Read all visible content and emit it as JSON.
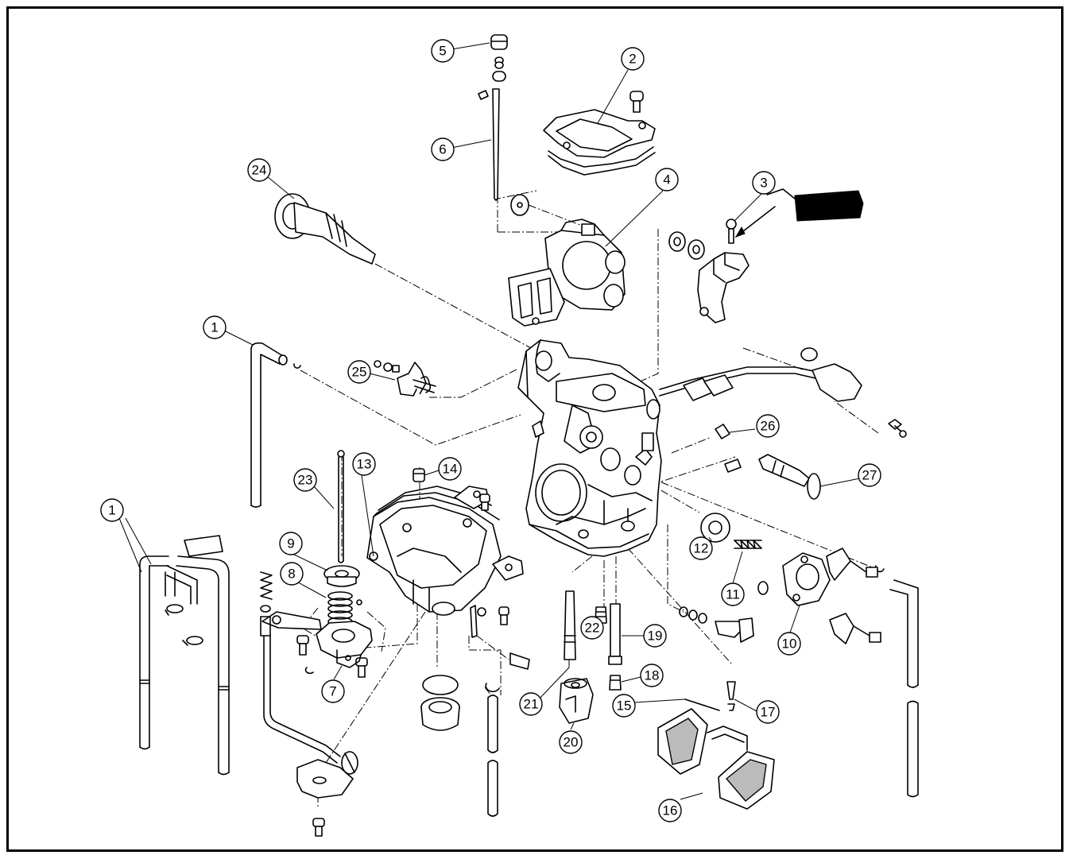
{
  "colors": {
    "line": "#000000",
    "background": "#ffffff",
    "shade": "#bbbbbb"
  },
  "callouts": [
    {
      "label": "1"
    },
    {
      "label": "1"
    },
    {
      "label": "2"
    },
    {
      "label": "3"
    },
    {
      "label": "4"
    },
    {
      "label": "5"
    },
    {
      "label": "6"
    },
    {
      "label": "7"
    },
    {
      "label": "8"
    },
    {
      "label": "9"
    },
    {
      "label": "10"
    },
    {
      "label": "11"
    },
    {
      "label": "12"
    },
    {
      "label": "13"
    },
    {
      "label": "14"
    },
    {
      "label": "15"
    },
    {
      "label": "16"
    },
    {
      "label": "17"
    },
    {
      "label": "18"
    },
    {
      "label": "19"
    },
    {
      "label": "20"
    },
    {
      "label": "21"
    },
    {
      "label": "22"
    },
    {
      "label": "23"
    },
    {
      "label": "24"
    },
    {
      "label": "25"
    },
    {
      "label": "26"
    },
    {
      "label": "27"
    }
  ]
}
